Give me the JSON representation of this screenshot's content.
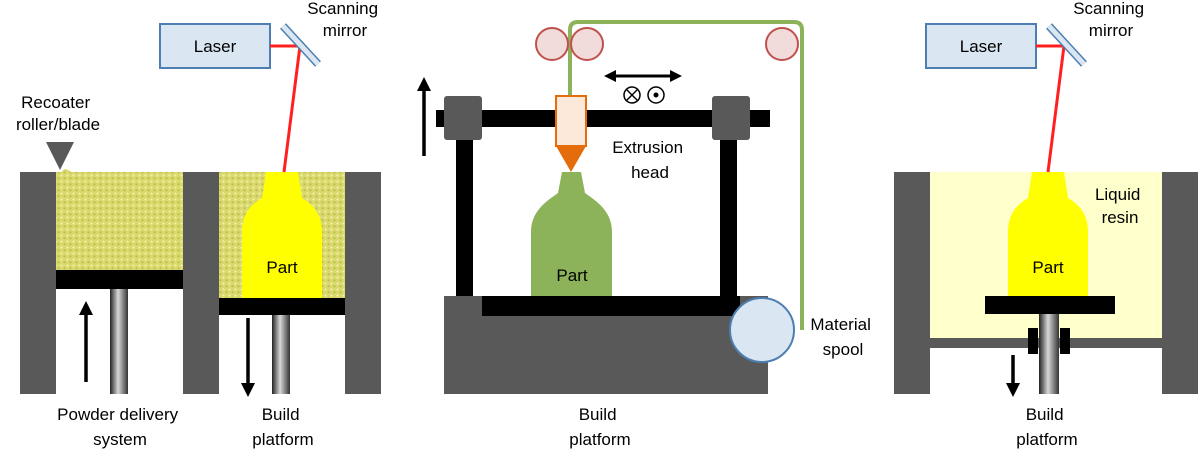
{
  "panels": {
    "powder_bed": {
      "laser_label": "Laser",
      "mirror_label": [
        "Scanning",
        "mirror"
      ],
      "recoater_label": [
        "Recoater",
        "roller/blade"
      ],
      "part_label": "Part",
      "delivery_label": [
        "Powder delivery",
        "system"
      ],
      "platform_label": [
        "Build",
        "platform"
      ]
    },
    "extrusion": {
      "head_label": [
        "Extrusion",
        "head"
      ],
      "part_label": "Part",
      "spool_label": [
        "Material",
        "spool"
      ],
      "platform_label": [
        "Build",
        "platform"
      ]
    },
    "vat": {
      "laser_label": "Laser",
      "mirror_label": [
        "Scanning",
        "mirror"
      ],
      "resin_label": [
        "Liquid",
        "resin"
      ],
      "part_label": "Part",
      "platform_label": [
        "Build",
        "platform"
      ]
    }
  },
  "colors": {
    "frame": "#595959",
    "powder": "#d9d96c",
    "part_yellow": "#ffff00",
    "part_green": "#8cb35a",
    "laser_box": "#dae6f2",
    "laser_border": "#4d7fb3",
    "beam": "#ff2020",
    "resin": "#ffffcc",
    "roller_fill": "#f2dcdb",
    "roller_stroke": "#c0504d",
    "filament": "#8cb35a",
    "spool_fill": "#dae6f2",
    "nozzle": "#e46c0a"
  }
}
